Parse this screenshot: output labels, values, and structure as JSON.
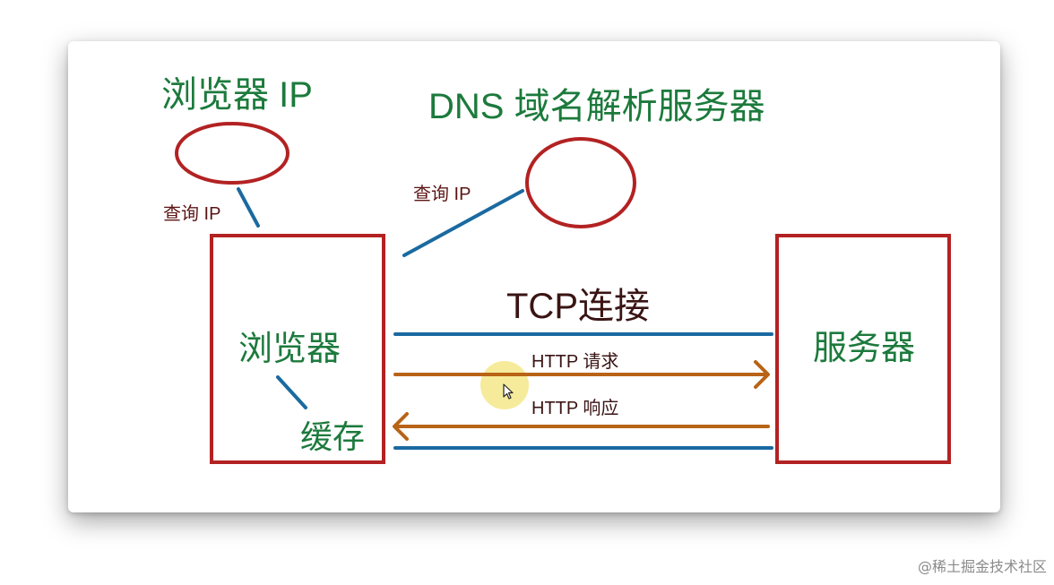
{
  "labels": {
    "browser_ip": "浏览器 IP",
    "dns_server": "DNS 域名解析服务器",
    "query_ip_left": "查询 IP",
    "query_ip_right": "查询 IP",
    "browser": "浏览器",
    "cache": "缓存",
    "tcp_connection": "TCP连接",
    "http_request": "HTTP 请求",
    "http_response": "HTTP 响应",
    "server": "服务器"
  },
  "watermark": "@稀土掘金技术社区",
  "colors": {
    "green_text": "#1c7a3c",
    "dark_red_text": "#5c1515",
    "red_shape": "#b32222",
    "blue_line": "#1a6aa0",
    "orange_arrow": "#b86316",
    "cursor_highlight": "#f3e47a"
  },
  "icons": {
    "cursor": "mouse-pointer-icon"
  }
}
